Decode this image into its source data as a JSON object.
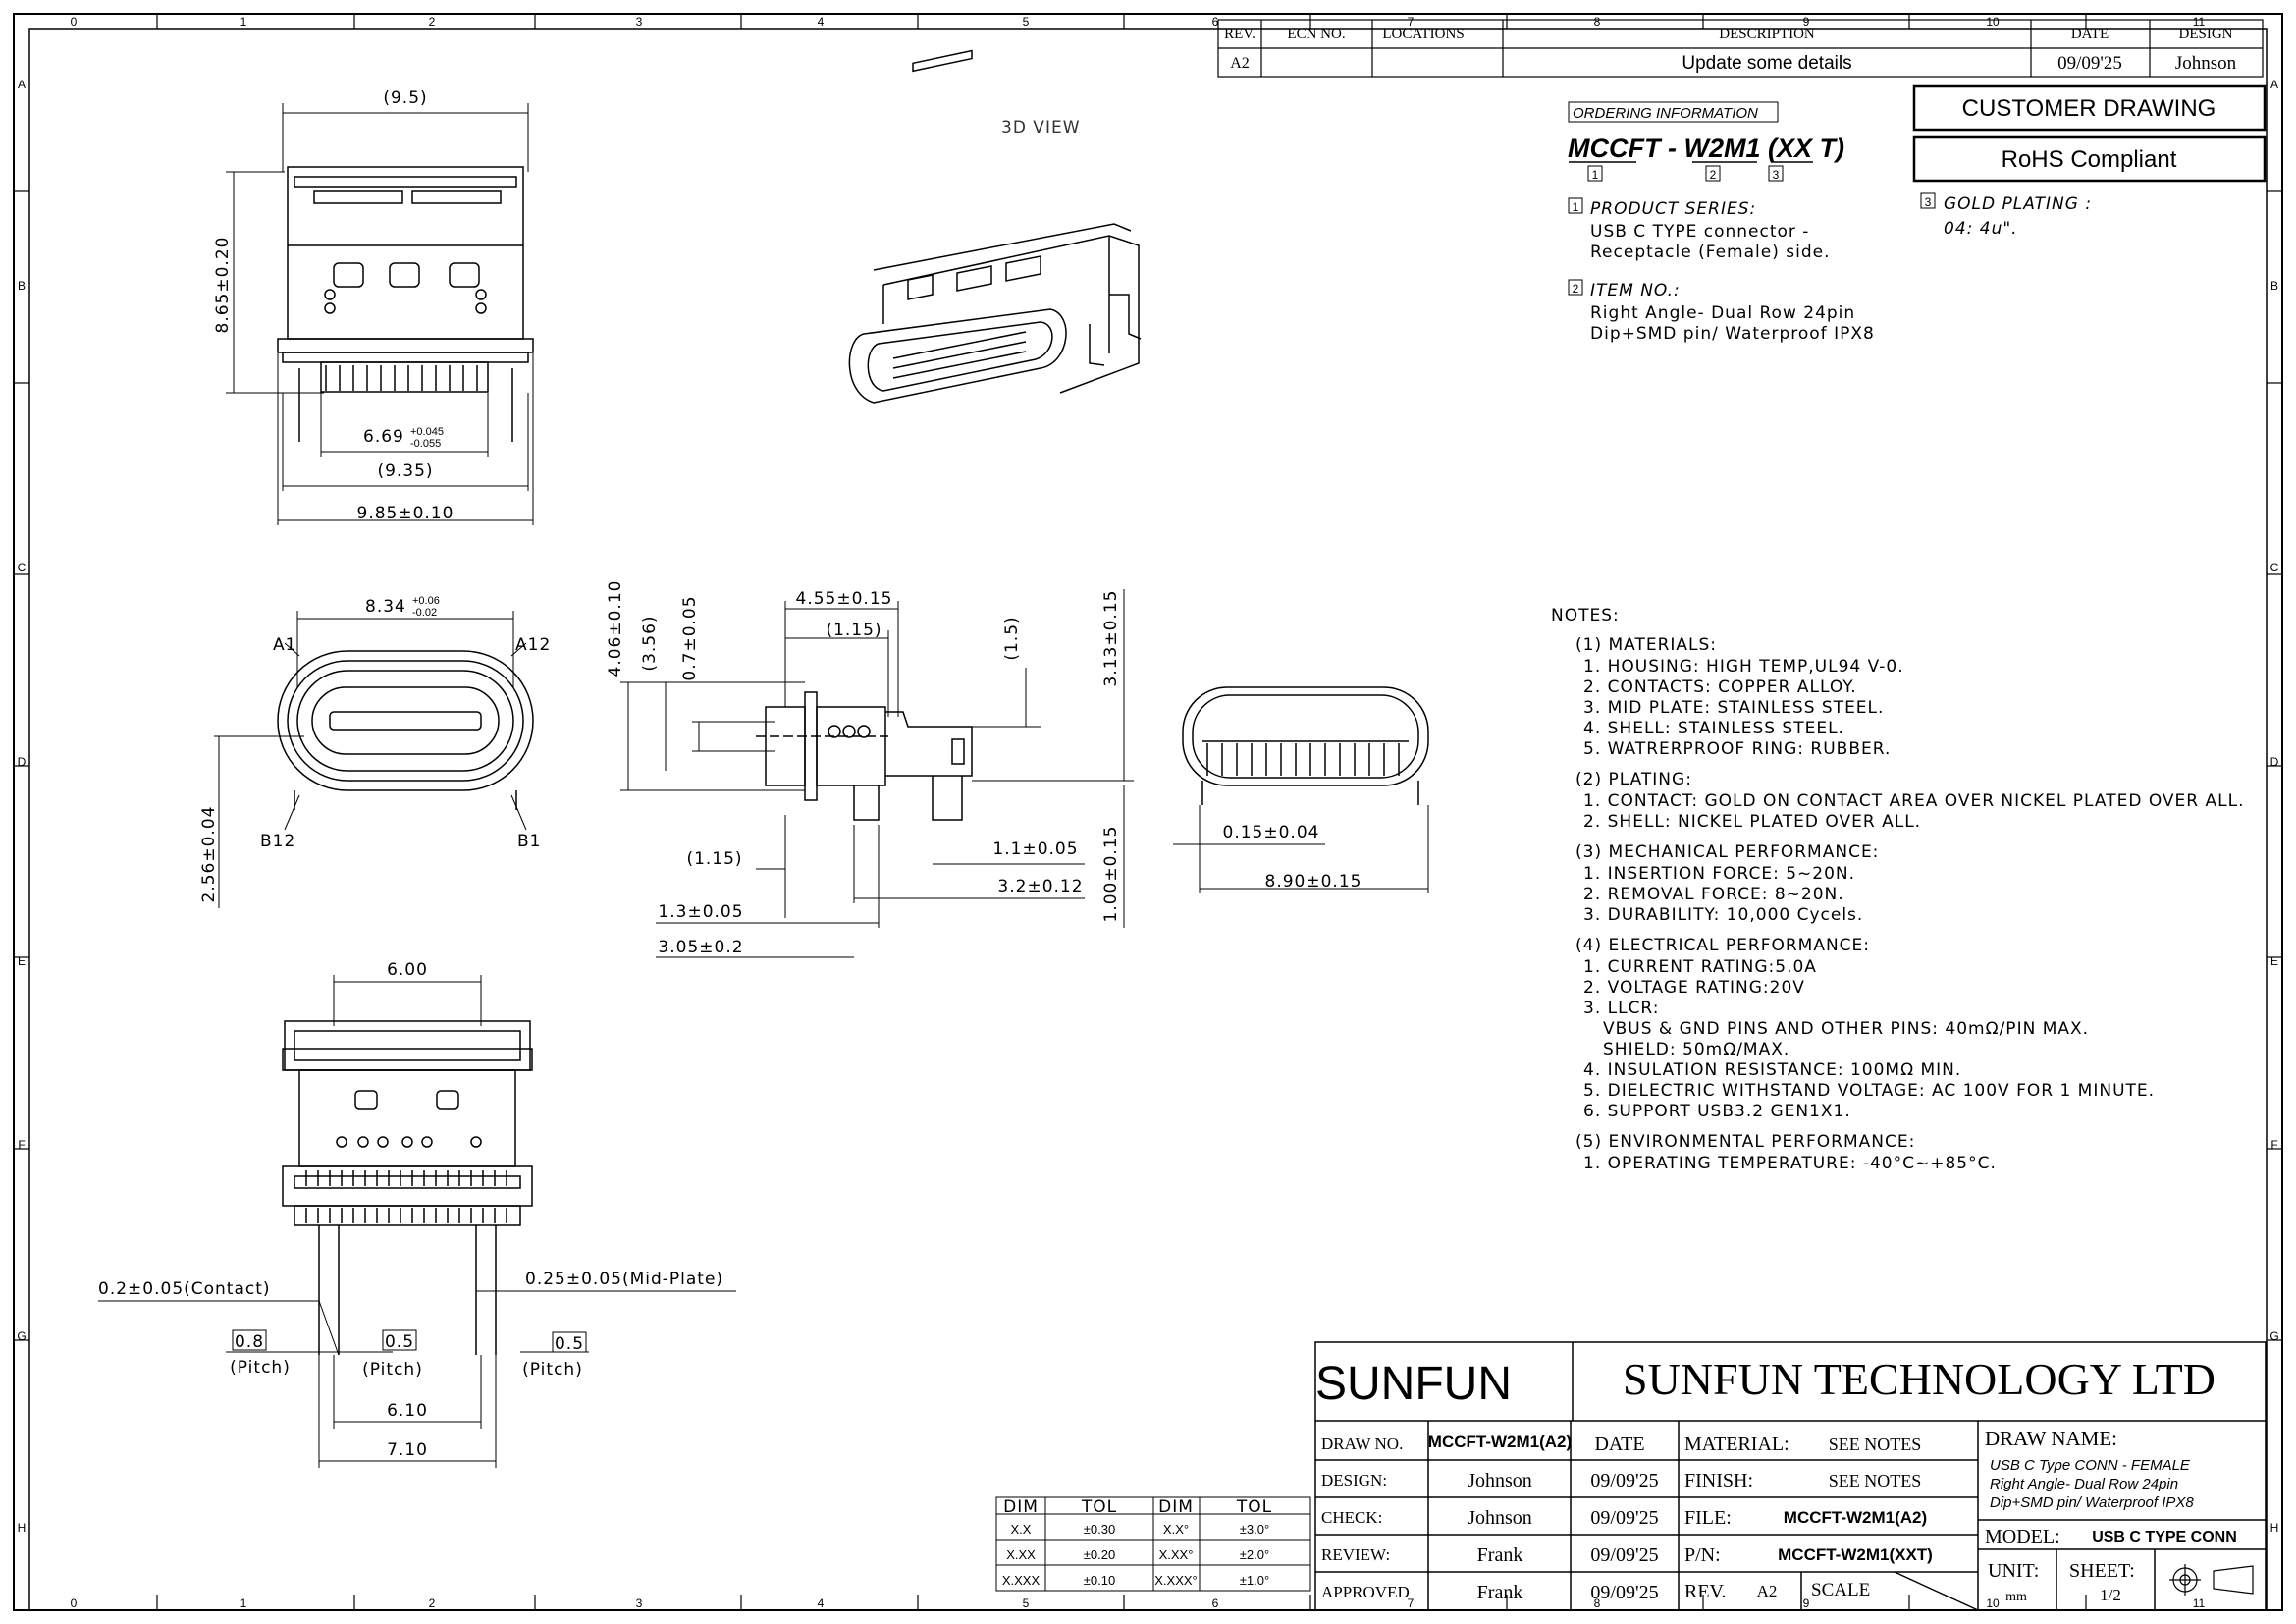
{
  "grid": {
    "columns": [
      "0",
      "1",
      "2",
      "3",
      "4",
      "5",
      "6",
      "7",
      "8",
      "9",
      "10",
      "11"
    ],
    "rows": [
      "A",
      "B",
      "C",
      "D",
      "E",
      "F",
      "G",
      "H"
    ]
  },
  "revision": {
    "headers": [
      "REV.",
      "ECN NO.",
      "LOCATIONS",
      "DESCRIPTION",
      "DATE",
      "DESIGN"
    ],
    "row": {
      "rev": "A2",
      "ecn": "",
      "locations": "",
      "description": "Update some details",
      "date": "09/09'25",
      "design": "Johnson"
    }
  },
  "badges": {
    "customer": "CUSTOMER DRAWING",
    "rohs": "RoHS Compliant"
  },
  "ordering": {
    "label": "ORDERING INFORMATION",
    "part_prefix": "MCCFT",
    "part_sep": " - ",
    "part_mid": "W2M1",
    "part_suffix": " (XX T)",
    "markers": [
      "1",
      "2",
      "3"
    ],
    "items": [
      {
        "num": "1",
        "title": "PRODUCT SERIES:",
        "lines": [
          "USB C TYPE connector -",
          "Receptacle (Female) side."
        ]
      },
      {
        "num": "2",
        "title": "ITEM NO.:",
        "lines": [
          "Right Angle- Dual Row 24pin",
          "Dip+SMD pin/ Waterproof IPX8"
        ]
      },
      {
        "num": "3",
        "title": "GOLD PLATING :",
        "lines": [
          "04: 4u\"."
        ]
      }
    ]
  },
  "view_title": "3D VIEW",
  "dims": {
    "top_width": "(9.5)",
    "height": "8.65±0.20",
    "mouth": "6.69",
    "mouth_tol_up": "+0.045",
    "mouth_tol_dn": "-0.055",
    "w935": "(9.35)",
    "w985": "9.85±0.10",
    "front_w": "8.34",
    "front_tol_up": "+0.06",
    "front_tol_dn": "-0.02",
    "a1": "A1",
    "a12": "A12",
    "b12": "B12",
    "b1": "B1",
    "h256": "2.56±0.04",
    "h406": "4.06±0.10",
    "h356": "(3.56)",
    "h07": "0.7±0.05",
    "w455": "4.55±0.15",
    "w115a": "(1.15)",
    "h15": "(1.5)",
    "h313": "3.13±0.15",
    "w115b": "(1.15)",
    "w11": "1.1±0.05",
    "w32": "3.2±0.12",
    "h100": "1.00±0.15",
    "w13": "1.3±0.05",
    "w305": "3.05±0.2",
    "w015": "0.15±0.04",
    "w890": "8.90±0.15",
    "w600": "6.00",
    "contact": "0.2±0.05(Contact)",
    "midplate": "0.25±0.05(Mid-Plate)",
    "p08": "0.8",
    "p05a": "0.5",
    "p05b": "0.5",
    "pitch": "(Pitch)",
    "w610": "6.10",
    "w710": "7.10"
  },
  "notes": {
    "title": "NOTES:",
    "sections": [
      {
        "head": "(1) MATERIALS:",
        "lines": [
          "1. HOUSING: HIGH TEMP,UL94 V-0.",
          "2. CONTACTS: COPPER ALLOY.",
          "3. MID PLATE: STAINLESS STEEL.",
          "4. SHELL: STAINLESS STEEL.",
          "5. WATRERPROOF RING: RUBBER."
        ]
      },
      {
        "head": "(2) PLATING:",
        "lines": [
          "1. CONTACT: GOLD ON CONTACT AREA OVER NICKEL PLATED OVER ALL.",
          "2. SHELL: NICKEL PLATED OVER ALL."
        ]
      },
      {
        "head": "(3) MECHANICAL PERFORMANCE:",
        "lines": [
          "1. INSERTION FORCE: 5~20N.",
          "2. REMOVAL FORCE: 8~20N.",
          "3. DURABILITY: 10,000 Cycels."
        ]
      },
      {
        "head": "(4) ELECTRICAL PERFORMANCE:",
        "lines": [
          "1. CURRENT RATING:5.0A",
          "2. VOLTAGE RATING:20V",
          "3. LLCR:",
          "   VBUS & GND PINS AND OTHER PINS: 40mΩ/PIN MAX.",
          "   SHIELD: 50mΩ/MAX.",
          "4. INSULATION RESISTANCE: 100MΩ  MIN.",
          "5. DIELECTRIC WITHSTAND VOLTAGE: AC 100V FOR 1 MINUTE.",
          "6. SUPPORT USB3.2 GEN1X1."
        ]
      },
      {
        "head": "(5) ENVIRONMENTAL PERFORMANCE:",
        "lines": [
          "1. OPERATING TEMPERATURE: -40°C~+85°C."
        ]
      }
    ]
  },
  "tolerance": {
    "headers": [
      "DIM",
      "TOL",
      "DIM",
      "TOL"
    ],
    "rows": [
      [
        "X.X",
        "±0.30",
        "X.X°",
        "±3.0°"
      ],
      [
        "X.XX",
        "±0.20",
        "X.XX°",
        "±2.0°"
      ],
      [
        "X.XXX",
        "±0.10",
        "X.XXX°",
        "±1.0°"
      ]
    ]
  },
  "titleblock": {
    "logo": "SUNFUN",
    "company": "SUNFUN TECHNOLOGY LTD",
    "drawno_label": "DRAW NO.",
    "drawno": "MCCFT-W2M1(A2)",
    "date_label": "DATE",
    "design_label": "DESIGN:",
    "design": "Johnson",
    "design_date": "09/09'25",
    "check_label": "CHECK:",
    "check": "Johnson",
    "check_date": "09/09'25",
    "review_label": "REVIEW:",
    "review": "Frank",
    "review_date": "09/09'25",
    "approved_label": "APPROVED",
    "approved": "Frank",
    "approved_date": "09/09'25",
    "material_label": "MATERIAL:",
    "material": "SEE NOTES",
    "finish_label": "FINISH:",
    "finish": "SEE NOTES",
    "file_label": "FILE:",
    "file": "MCCFT-W2M1(A2)",
    "pn_label": "P/N:",
    "pn": "MCCFT-W2M1(XXT)",
    "rev_label": "REV.",
    "rev": "A2",
    "scale_label": "SCALE",
    "drawname_label": "DRAW NAME:",
    "drawname_lines": [
      "USB C Type CONN - FEMALE",
      "Right Angle- Dual Row 24pin",
      "Dip+SMD pin/ Waterproof IPX8"
    ],
    "model_label": "MODEL:",
    "model": "USB C TYPE CONN",
    "unit_label": "UNIT:",
    "unit": "mm",
    "sheet_label": "SHEET:",
    "sheet": "1/2"
  }
}
